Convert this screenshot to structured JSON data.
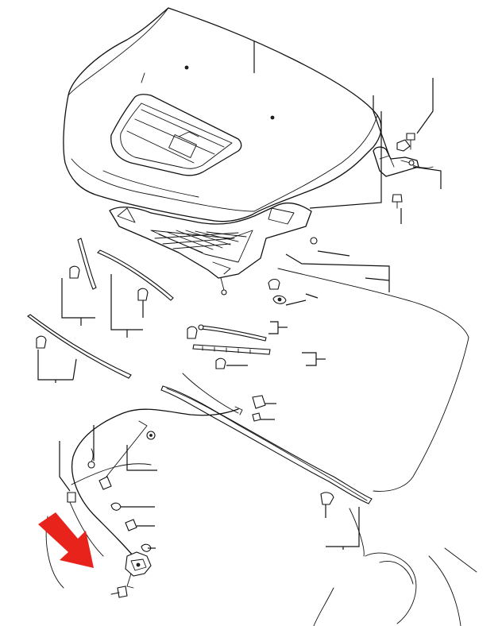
{
  "diagram": {
    "colors": {
      "line": "#111111",
      "background": "#ffffff",
      "arrow": "#e8231c"
    },
    "parts": [
      "hood-panel",
      "hood-scoop-opening",
      "hood-insulator-heat-shield",
      "hood-hinge",
      "hinge-bolt",
      "hinge-nut",
      "hood-seal-front-left",
      "hood-seal-front-center",
      "hood-seal-front-right",
      "hood-seal-side-left",
      "hood-seal-side-right",
      "cowl-weatherstrip",
      "hood-release-cable",
      "hood-latch",
      "latch-bolt",
      "cable-clip",
      "retainer-clip",
      "grommet"
    ],
    "highlight": {
      "icon": "red-arrow-icon",
      "target": "hood-latch"
    }
  }
}
